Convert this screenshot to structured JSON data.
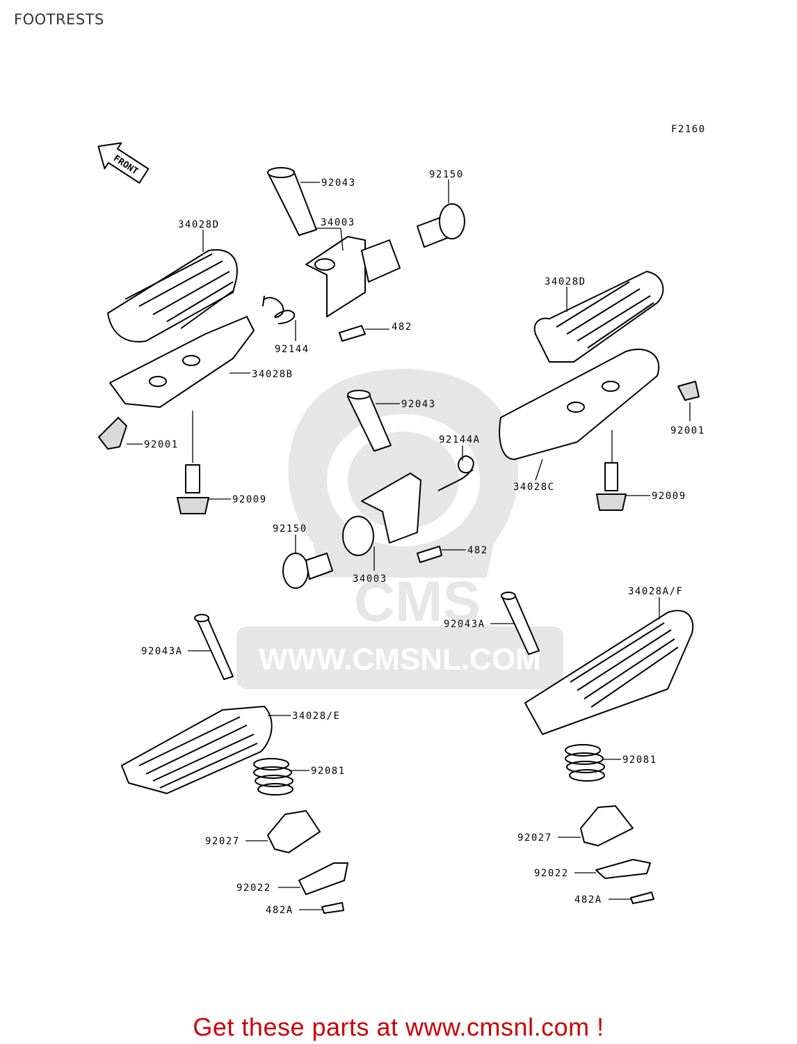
{
  "page": {
    "title": "FOOTRESTS",
    "diagram_code": "F2160",
    "front_arrow_text": "FRONT",
    "watermark_url": "WWW.CMSNL.COM",
    "watermark_logo": "CMS",
    "footer_cta": "Get these parts at www.cmsnl.com !"
  },
  "callouts": [
    {
      "id": "c1",
      "text": "92043"
    },
    {
      "id": "c2",
      "text": "34003"
    },
    {
      "id": "c3",
      "text": "92150"
    },
    {
      "id": "c4",
      "text": "34028D"
    },
    {
      "id": "c5",
      "text": "92144"
    },
    {
      "id": "c6",
      "text": "482"
    },
    {
      "id": "c7",
      "text": "34028B"
    },
    {
      "id": "c8",
      "text": "92001"
    },
    {
      "id": "c9",
      "text": "92009"
    },
    {
      "id": "c10",
      "text": "34028D"
    },
    {
      "id": "c11",
      "text": "92001"
    },
    {
      "id": "c12",
      "text": "34028C"
    },
    {
      "id": "c13",
      "text": "92009"
    },
    {
      "id": "c14",
      "text": "92043"
    },
    {
      "id": "c15",
      "text": "92144A"
    },
    {
      "id": "c16",
      "text": "92150"
    },
    {
      "id": "c17",
      "text": "34003"
    },
    {
      "id": "c18",
      "text": "482"
    },
    {
      "id": "c19",
      "text": "34028A/F"
    },
    {
      "id": "c20",
      "text": "92043A"
    },
    {
      "id": "c21",
      "text": "92043A"
    },
    {
      "id": "c22",
      "text": "34028/E"
    },
    {
      "id": "c23",
      "text": "92081"
    },
    {
      "id": "c24",
      "text": "92081"
    },
    {
      "id": "c25",
      "text": "92027"
    },
    {
      "id": "c26",
      "text": "92027"
    },
    {
      "id": "c27",
      "text": "92022"
    },
    {
      "id": "c28",
      "text": "92022"
    },
    {
      "id": "c29",
      "text": "482A"
    },
    {
      "id": "c30",
      "text": "482A"
    }
  ]
}
